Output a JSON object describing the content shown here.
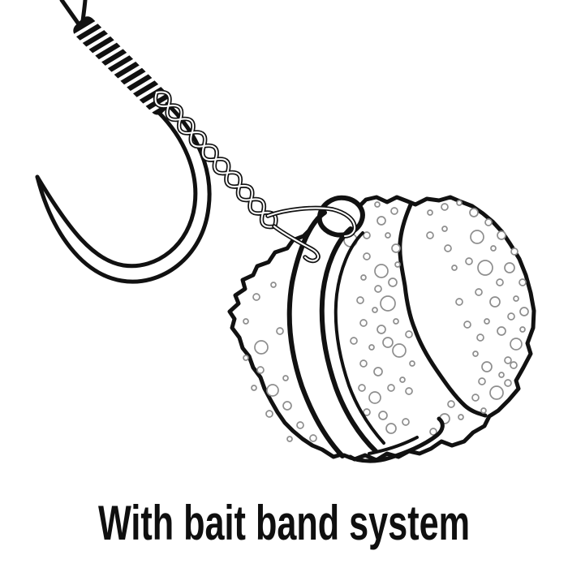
{
  "caption": {
    "text": "With bait band system"
  },
  "colors": {
    "background": "#ffffff",
    "ink": "#111111",
    "texture_dot": "#8e8e8e",
    "caption_text": "#0f0f0f"
  },
  "illustration": {
    "parts": [
      "fishing-line",
      "whipping-knot",
      "fish-hook",
      "twisted-hair-rig",
      "bait-band",
      "bait-ball"
    ],
    "dots": [
      [
        316,
        366,
        4
      ],
      [
        337,
        351,
        3
      ],
      [
        303,
        396,
        3
      ],
      [
        322,
        428,
        8
      ],
      [
        345,
        408,
        4
      ],
      [
        303,
        441,
        3
      ],
      [
        321,
        456,
        4
      ],
      [
        336,
        481,
        7
      ],
      [
        352,
        466,
        3
      ],
      [
        313,
        478,
        3
      ],
      [
        332,
        510,
        4
      ],
      [
        354,
        500,
        5
      ],
      [
        370,
        524,
        4
      ],
      [
        357,
        541,
        3
      ],
      [
        386,
        540,
        4
      ],
      [
        465,
        252,
        3
      ],
      [
        452,
        290,
        4
      ],
      [
        470,
        272,
        5
      ],
      [
        486,
        260,
        4
      ],
      [
        478,
        290,
        3
      ],
      [
        488,
        306,
        5
      ],
      [
        452,
        316,
        4
      ],
      [
        470,
        334,
        8
      ],
      [
        490,
        326,
        3
      ],
      [
        448,
        342,
        3
      ],
      [
        466,
        356,
        4
      ],
      [
        484,
        348,
        5
      ],
      [
        444,
        370,
        4
      ],
      [
        462,
        382,
        3
      ],
      [
        478,
        374,
        9
      ],
      [
        448,
        398,
        4
      ],
      [
        470,
        406,
        5
      ],
      [
        488,
        396,
        3
      ],
      [
        436,
        420,
        4
      ],
      [
        458,
        428,
        3
      ],
      [
        478,
        422,
        6
      ],
      [
        492,
        432,
        8
      ],
      [
        448,
        448,
        4
      ],
      [
        466,
        458,
        5
      ],
      [
        446,
        478,
        4
      ],
      [
        462,
        490,
        7
      ],
      [
        482,
        478,
        4
      ],
      [
        496,
        468,
        3
      ],
      [
        452,
        508,
        4
      ],
      [
        472,
        512,
        5
      ],
      [
        482,
        528,
        6
      ],
      [
        500,
        520,
        4
      ],
      [
        504,
        482,
        4
      ],
      [
        508,
        448,
        3
      ],
      [
        504,
        412,
        4
      ],
      [
        432,
        296,
        8
      ],
      [
        530,
        262,
        3
      ],
      [
        548,
        255,
        4
      ],
      [
        566,
        250,
        3
      ],
      [
        584,
        262,
        5
      ],
      [
        602,
        274,
        4
      ],
      [
        618,
        290,
        5
      ],
      [
        530,
        290,
        4
      ],
      [
        548,
        282,
        3
      ],
      [
        634,
        310,
        4
      ],
      [
        588,
        292,
        8
      ],
      [
        608,
        306,
        3
      ],
      [
        552,
        306,
        4
      ],
      [
        628,
        330,
        6
      ],
      [
        644,
        348,
        4
      ],
      [
        560,
        330,
        3
      ],
      [
        578,
        322,
        4
      ],
      [
        598,
        330,
        9
      ],
      [
        616,
        348,
        4
      ],
      [
        636,
        368,
        3
      ],
      [
        646,
        384,
        5
      ],
      [
        590,
        360,
        4
      ],
      [
        610,
        372,
        6
      ],
      [
        630,
        390,
        4
      ],
      [
        644,
        406,
        3
      ],
      [
        566,
        372,
        4
      ],
      [
        600,
        396,
        3
      ],
      [
        618,
        408,
        5
      ],
      [
        636,
        424,
        7
      ],
      [
        576,
        400,
        4
      ],
      [
        592,
        416,
        4
      ],
      [
        626,
        444,
        4
      ],
      [
        633,
        450,
        4
      ],
      [
        586,
        436,
        3
      ],
      [
        600,
        452,
        6
      ],
      [
        618,
        462,
        3
      ],
      [
        626,
        472,
        4
      ],
      [
        612,
        484,
        8
      ],
      [
        594,
        470,
        4
      ],
      [
        596,
        506,
        3
      ],
      [
        586,
        490,
        4
      ],
      [
        568,
        514,
        3
      ],
      [
        556,
        498,
        4
      ],
      [
        548,
        516,
        6
      ],
      [
        534,
        532,
        4
      ]
    ]
  }
}
